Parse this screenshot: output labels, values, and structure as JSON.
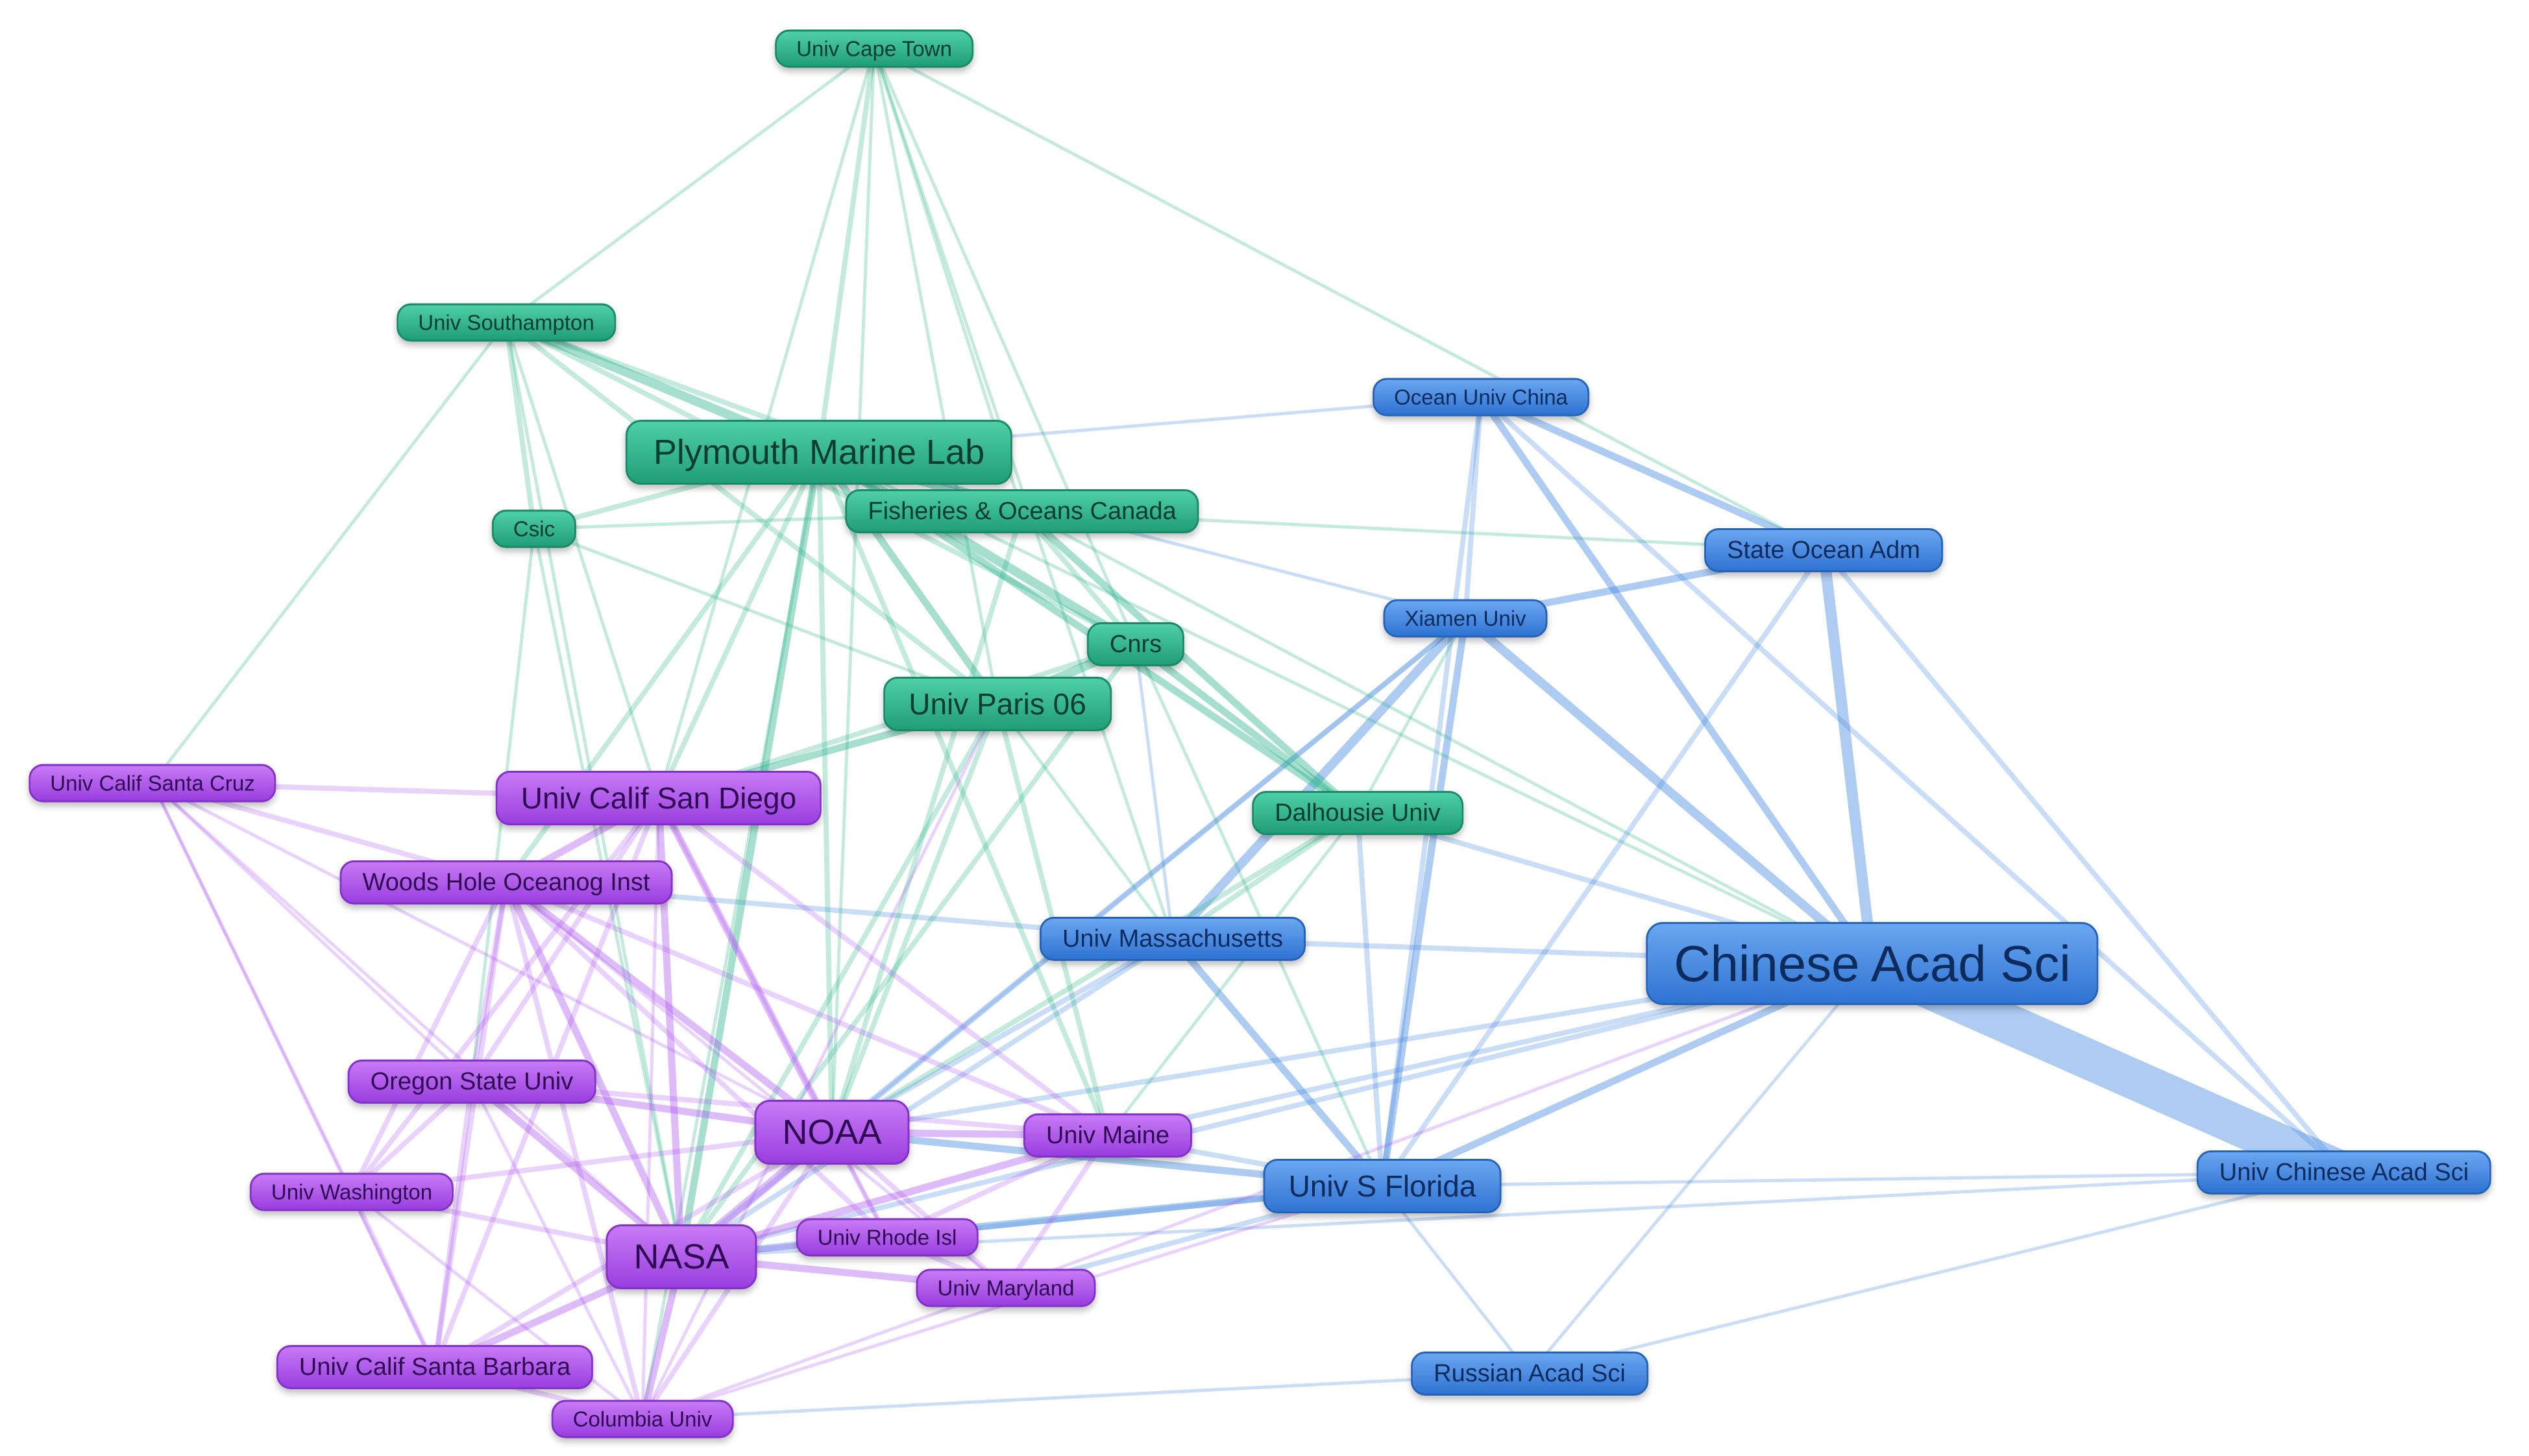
{
  "colors": {
    "green": "#2bb38a",
    "blue": "#3f86e0",
    "purple": "#b05df0"
  },
  "nodes": [
    {
      "id": "cape_town",
      "label": "Univ Cape Town",
      "cluster": "green",
      "size": 1
    },
    {
      "id": "southampton",
      "label": "Univ Southampton",
      "cluster": "green",
      "size": 1
    },
    {
      "id": "plymouth",
      "label": "Plymouth Marine Lab",
      "cluster": "green",
      "size": 4
    },
    {
      "id": "csic",
      "label": "Csic",
      "cluster": "green",
      "size": 1
    },
    {
      "id": "fisheries",
      "label": "Fisheries & Oceans Canada",
      "cluster": "green",
      "size": 2
    },
    {
      "id": "cnrs",
      "label": "Cnrs",
      "cluster": "green",
      "size": 2
    },
    {
      "id": "paris06",
      "label": "Univ Paris 06",
      "cluster": "green",
      "size": 2
    },
    {
      "id": "dalhousie",
      "label": "Dalhousie Univ",
      "cluster": "green",
      "size": 2
    },
    {
      "id": "ocean_china",
      "label": "Ocean Univ China",
      "cluster": "blue",
      "size": 1
    },
    {
      "id": "state_ocean",
      "label": "State Ocean Adm",
      "cluster": "blue",
      "size": 2
    },
    {
      "id": "xiamen",
      "label": "Xiamen Univ",
      "cluster": "blue",
      "size": 1
    },
    {
      "id": "umass",
      "label": "Univ Massachusetts",
      "cluster": "blue",
      "size": 2
    },
    {
      "id": "cas",
      "label": "Chinese Acad Sci",
      "cluster": "blue",
      "size": 5
    },
    {
      "id": "usf",
      "label": "Univ S Florida",
      "cluster": "blue",
      "size": 3
    },
    {
      "id": "ucas",
      "label": "Univ Chinese Acad Sci",
      "cluster": "blue",
      "size": 2
    },
    {
      "id": "russian",
      "label": "Russian Acad Sci",
      "cluster": "blue",
      "size": 2
    },
    {
      "id": "ucsc",
      "label": "Univ Calif Santa Cruz",
      "cluster": "purple",
      "size": 1
    },
    {
      "id": "ucsd",
      "label": "Univ Calif San Diego",
      "cluster": "purple",
      "size": 3
    },
    {
      "id": "whoi",
      "label": "Woods Hole Oceanog Inst",
      "cluster": "purple",
      "size": 2
    },
    {
      "id": "oregon",
      "label": "Oregon State Univ",
      "cluster": "purple",
      "size": 2
    },
    {
      "id": "noaa",
      "label": "NOAA",
      "cluster": "purple",
      "size": 4
    },
    {
      "id": "maine",
      "label": "Univ Maine",
      "cluster": "purple",
      "size": 2
    },
    {
      "id": "uw",
      "label": "Univ Washington",
      "cluster": "purple",
      "size": 1
    },
    {
      "id": "nasa",
      "label": "NASA",
      "cluster": "purple",
      "size": 4
    },
    {
      "id": "rhode",
      "label": "Univ Rhode Isl",
      "cluster": "purple",
      "size": 1
    },
    {
      "id": "maryland",
      "label": "Univ Maryland",
      "cluster": "purple",
      "size": 1
    },
    {
      "id": "ucsb",
      "label": "Univ Calif Santa Barbara",
      "cluster": "purple",
      "size": 2
    },
    {
      "id": "columbia",
      "label": "Columbia Univ",
      "cluster": "purple",
      "size": 1
    }
  ],
  "edges": [
    {
      "source": "cas",
      "target": "ucas",
      "weight": 10
    },
    {
      "source": "cas",
      "target": "state_ocean",
      "weight": 5
    },
    {
      "source": "cas",
      "target": "xiamen",
      "weight": 4
    },
    {
      "source": "cas",
      "target": "ocean_china",
      "weight": 3
    },
    {
      "source": "cas",
      "target": "usf",
      "weight": 3
    },
    {
      "source": "cas",
      "target": "umass",
      "weight": 2
    },
    {
      "source": "cas",
      "target": "noaa",
      "weight": 2
    },
    {
      "source": "cas",
      "target": "nasa",
      "weight": 2
    },
    {
      "source": "cas",
      "target": "dalhousie",
      "weight": 2
    },
    {
      "source": "cas",
      "target": "russian",
      "weight": 1
    },
    {
      "source": "cas",
      "target": "maine",
      "weight": 2
    },
    {
      "source": "state_ocean",
      "target": "xiamen",
      "weight": 3
    },
    {
      "source": "state_ocean",
      "target": "ocean_china",
      "weight": 3
    },
    {
      "source": "state_ocean",
      "target": "usf",
      "weight": 2
    },
    {
      "source": "state_ocean",
      "target": "ucas",
      "weight": 2
    },
    {
      "source": "ocean_china",
      "target": "xiamen",
      "weight": 2
    },
    {
      "source": "ocean_china",
      "target": "usf",
      "weight": 2
    },
    {
      "source": "ocean_china",
      "target": "plymouth",
      "weight": 1
    },
    {
      "source": "ocean_china",
      "target": "ucas",
      "weight": 2
    },
    {
      "source": "xiamen",
      "target": "usf",
      "weight": 3
    },
    {
      "source": "xiamen",
      "target": "umass",
      "weight": 4
    },
    {
      "source": "xiamen",
      "target": "nasa",
      "weight": 2
    },
    {
      "source": "xiamen",
      "target": "noaa",
      "weight": 2
    },
    {
      "source": "xiamen",
      "target": "plymouth",
      "weight": 1
    },
    {
      "source": "usf",
      "target": "umass",
      "weight": 3
    },
    {
      "source": "usf",
      "target": "noaa",
      "weight": 3
    },
    {
      "source": "usf",
      "target": "nasa",
      "weight": 3
    },
    {
      "source": "usf",
      "target": "maine",
      "weight": 2
    },
    {
      "source": "usf",
      "target": "maryland",
      "weight": 2
    },
    {
      "source": "usf",
      "target": "rhode",
      "weight": 2
    },
    {
      "source": "usf",
      "target": "ucas",
      "weight": 1
    },
    {
      "source": "usf",
      "target": "russian",
      "weight": 1
    },
    {
      "source": "usf",
      "target": "dalhousie",
      "weight": 2
    },
    {
      "source": "umass",
      "target": "noaa",
      "weight": 2
    },
    {
      "source": "umass",
      "target": "nasa",
      "weight": 2
    },
    {
      "source": "umass",
      "target": "whoi",
      "weight": 2
    },
    {
      "source": "umass",
      "target": "cnrs",
      "weight": 1
    },
    {
      "source": "ucas",
      "target": "nasa",
      "weight": 1
    },
    {
      "source": "ucas",
      "target": "russian",
      "weight": 1
    },
    {
      "source": "russian",
      "target": "columbia",
      "weight": 1
    },
    {
      "source": "plymouth",
      "target": "southampton",
      "weight": 4
    },
    {
      "source": "plymouth",
      "target": "cnrs",
      "weight": 4
    },
    {
      "source": "plymouth",
      "target": "fisheries",
      "weight": 3
    },
    {
      "source": "plymouth",
      "target": "paris06",
      "weight": 3
    },
    {
      "source": "plymouth",
      "target": "dalhousie",
      "weight": 3
    },
    {
      "source": "plymouth",
      "target": "csic",
      "weight": 2
    },
    {
      "source": "plymouth",
      "target": "cape_town",
      "weight": 2
    },
    {
      "source": "plymouth",
      "target": "noaa",
      "weight": 2
    },
    {
      "source": "plymouth",
      "target": "nasa",
      "weight": 3
    },
    {
      "source": "plymouth",
      "target": "ucsd",
      "weight": 2
    },
    {
      "source": "plymouth",
      "target": "whoi",
      "weight": 2
    },
    {
      "source": "plymouth",
      "target": "maine",
      "weight": 2
    },
    {
      "source": "plymouth",
      "target": "cas",
      "weight": 1
    },
    {
      "source": "plymouth",
      "target": "columbia",
      "weight": 1
    },
    {
      "source": "cnrs",
      "target": "paris06",
      "weight": 4
    },
    {
      "source": "cnrs",
      "target": "dalhousie",
      "weight": 3
    },
    {
      "source": "cnrs",
      "target": "fisheries",
      "weight": 2
    },
    {
      "source": "cnrs",
      "target": "ucsd",
      "weight": 2
    },
    {
      "source": "cnrs",
      "target": "usf",
      "weight": 1
    },
    {
      "source": "cnrs",
      "target": "nasa",
      "weight": 2
    },
    {
      "source": "cnrs",
      "target": "southampton",
      "weight": 2
    },
    {
      "source": "fisheries",
      "target": "dalhousie",
      "weight": 3
    },
    {
      "source": "fisheries",
      "target": "cas",
      "weight": 1
    },
    {
      "source": "fisheries",
      "target": "noaa",
      "weight": 2
    },
    {
      "source": "fisheries",
      "target": "state_ocean",
      "weight": 1
    },
    {
      "source": "fisheries",
      "target": "csic",
      "weight": 1
    },
    {
      "source": "paris06",
      "target": "ucsd",
      "weight": 3
    },
    {
      "source": "paris06",
      "target": "nasa",
      "weight": 2
    },
    {
      "source": "paris06",
      "target": "maine",
      "weight": 2
    },
    {
      "source": "paris06",
      "target": "noaa",
      "weight": 2
    },
    {
      "source": "paris06",
      "target": "umass",
      "weight": 1
    },
    {
      "source": "dalhousie",
      "target": "noaa",
      "weight": 2
    },
    {
      "source": "dalhousie",
      "target": "umass",
      "weight": 2
    },
    {
      "source": "dalhousie",
      "target": "xiamen",
      "weight": 1
    },
    {
      "source": "dalhousie",
      "target": "maine",
      "weight": 1
    },
    {
      "source": "southampton",
      "target": "csic",
      "weight": 2
    },
    {
      "source": "southampton",
      "target": "cape_town",
      "weight": 1
    },
    {
      "source": "southampton",
      "target": "ucsc",
      "weight": 1
    },
    {
      "source": "southampton",
      "target": "nasa",
      "weight": 1
    },
    {
      "source": "southampton",
      "target": "ucsd",
      "weight": 1
    },
    {
      "source": "southampton",
      "target": "paris06",
      "weight": 2
    },
    {
      "source": "southampton",
      "target": "fisheries",
      "weight": 2
    },
    {
      "source": "cape_town",
      "target": "ucsd",
      "weight": 1
    },
    {
      "source": "cape_town",
      "target": "paris06",
      "weight": 1
    },
    {
      "source": "cape_town",
      "target": "cnrs",
      "weight": 1
    },
    {
      "source": "cape_town",
      "target": "fisheries",
      "weight": 1
    },
    {
      "source": "cape_town",
      "target": "noaa",
      "weight": 1
    },
    {
      "source": "cape_town",
      "target": "umass",
      "weight": 1
    },
    {
      "source": "cape_town",
      "target": "state_ocean",
      "weight": 1
    },
    {
      "source": "csic",
      "target": "oregon",
      "weight": 1
    },
    {
      "source": "csic",
      "target": "nasa",
      "weight": 1
    },
    {
      "source": "csic",
      "target": "paris06",
      "weight": 1
    },
    {
      "source": "ucsc",
      "target": "ucsd",
      "weight": 2
    },
    {
      "source": "ucsc",
      "target": "whoi",
      "weight": 2
    },
    {
      "source": "ucsc",
      "target": "oregon",
      "weight": 1
    },
    {
      "source": "ucsc",
      "target": "nasa",
      "weight": 1
    },
    {
      "source": "ucsc",
      "target": "uw",
      "weight": 1
    },
    {
      "source": "ucsc",
      "target": "ucsb",
      "weight": 1
    },
    {
      "source": "ucsc",
      "target": "noaa",
      "weight": 1
    },
    {
      "source": "ucsd",
      "target": "whoi",
      "weight": 3
    },
    {
      "source": "ucsd",
      "target": "noaa",
      "weight": 3
    },
    {
      "source": "ucsd",
      "target": "nasa",
      "weight": 3
    },
    {
      "source": "ucsd",
      "target": "oregon",
      "weight": 2
    },
    {
      "source": "ucsd",
      "target": "ucsb",
      "weight": 2
    },
    {
      "source": "ucsd",
      "target": "uw",
      "weight": 2
    },
    {
      "source": "ucsd",
      "target": "maine",
      "weight": 2
    },
    {
      "source": "ucsd",
      "target": "rhode",
      "weight": 1
    },
    {
      "source": "ucsd",
      "target": "columbia",
      "weight": 1
    },
    {
      "source": "whoi",
      "target": "noaa",
      "weight": 3
    },
    {
      "source": "whoi",
      "target": "nasa",
      "weight": 3
    },
    {
      "source": "whoi",
      "target": "oregon",
      "weight": 2
    },
    {
      "source": "whoi",
      "target": "uw",
      "weight": 2
    },
    {
      "source": "whoi",
      "target": "ucsb",
      "weight": 2
    },
    {
      "source": "whoi",
      "target": "maine",
      "weight": 2
    },
    {
      "source": "whoi",
      "target": "columbia",
      "weight": 2
    },
    {
      "source": "whoi",
      "target": "rhode",
      "weight": 2
    },
    {
      "source": "whoi",
      "target": "maryland",
      "weight": 1
    },
    {
      "source": "oregon",
      "target": "noaa",
      "weight": 3
    },
    {
      "source": "oregon",
      "target": "nasa",
      "weight": 3
    },
    {
      "source": "oregon",
      "target": "ucsb",
      "weight": 2
    },
    {
      "source": "oregon",
      "target": "uw",
      "weight": 2
    },
    {
      "source": "oregon",
      "target": "maine",
      "weight": 2
    },
    {
      "source": "oregon",
      "target": "columbia",
      "weight": 1
    },
    {
      "source": "noaa",
      "target": "nasa",
      "weight": 4
    },
    {
      "source": "noaa",
      "target": "maine",
      "weight": 3
    },
    {
      "source": "noaa",
      "target": "uw",
      "weight": 2
    },
    {
      "source": "noaa",
      "target": "rhode",
      "weight": 2
    },
    {
      "source": "noaa",
      "target": "maryland",
      "weight": 2
    },
    {
      "source": "noaa",
      "target": "ucsb",
      "weight": 2
    },
    {
      "source": "noaa",
      "target": "columbia",
      "weight": 2
    },
    {
      "source": "nasa",
      "target": "maryland",
      "weight": 3
    },
    {
      "source": "nasa",
      "target": "maine",
      "weight": 3
    },
    {
      "source": "nasa",
      "target": "rhode",
      "weight": 2
    },
    {
      "source": "nasa",
      "target": "uw",
      "weight": 2
    },
    {
      "source": "nasa",
      "target": "ucsb",
      "weight": 3
    },
    {
      "source": "nasa",
      "target": "columbia",
      "weight": 3
    },
    {
      "source": "maine",
      "target": "rhode",
      "weight": 2
    },
    {
      "source": "maine",
      "target": "maryland",
      "weight": 2
    },
    {
      "source": "rhode",
      "target": "maryland",
      "weight": 2
    },
    {
      "source": "uw",
      "target": "ucsb",
      "weight": 2
    },
    {
      "source": "ucsb",
      "target": "columbia",
      "weight": 2
    },
    {
      "source": "uw",
      "target": "columbia",
      "weight": 1
    },
    {
      "source": "maryland",
      "target": "columbia",
      "weight": 1
    },
    {
      "source": "maryland",
      "target": "cas",
      "weight": 1
    },
    {
      "source": "columbia",
      "target": "usf",
      "weight": 1
    },
    {
      "source": "columbia",
      "target": "paris06",
      "weight": 1
    }
  ]
}
